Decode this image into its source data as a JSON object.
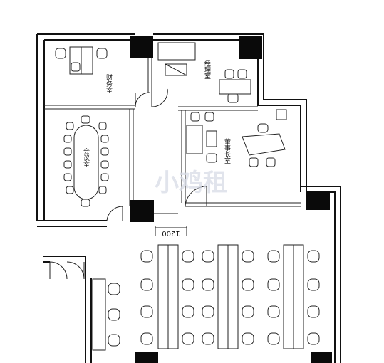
{
  "rooms": {
    "finance": "财务室",
    "manager": "经理室",
    "meeting": "会议室",
    "chairman": "董事长室"
  },
  "dimension": "1200",
  "watermark": "小鸡租",
  "colors": {
    "wall": "#111111",
    "pillar": "#0a0a0a",
    "watermark": "#d7dbe6"
  }
}
